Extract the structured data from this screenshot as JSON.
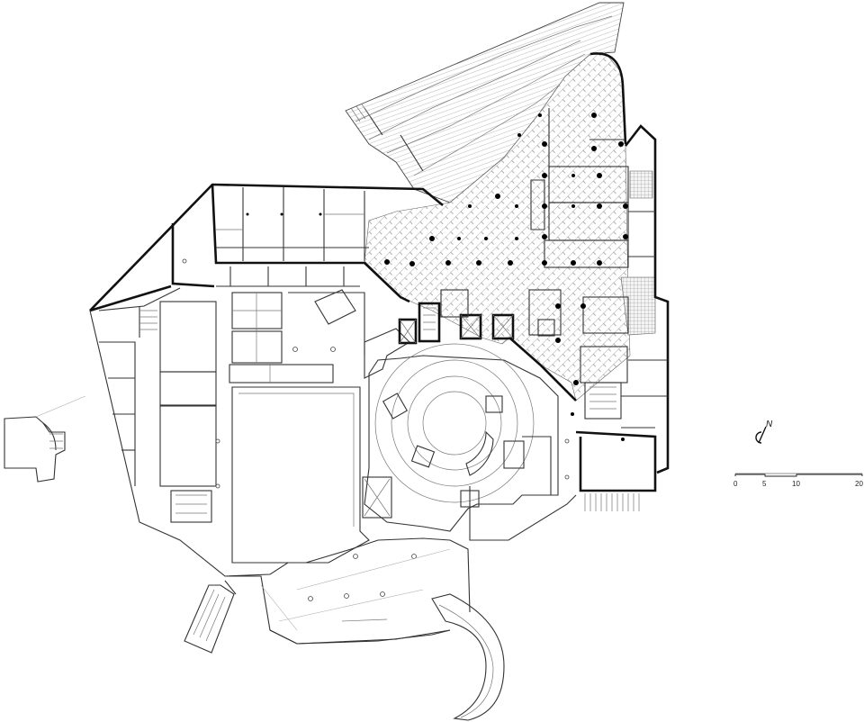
{
  "drawing": {
    "type": "architectural floor plan",
    "north_arrow": {
      "label": "N",
      "icon": "north-arrow-icon"
    },
    "scale_bar": {
      "ticks": [
        "0",
        "5",
        "10",
        "20"
      ],
      "tick_values": [
        0,
        5,
        10,
        20
      ]
    }
  }
}
